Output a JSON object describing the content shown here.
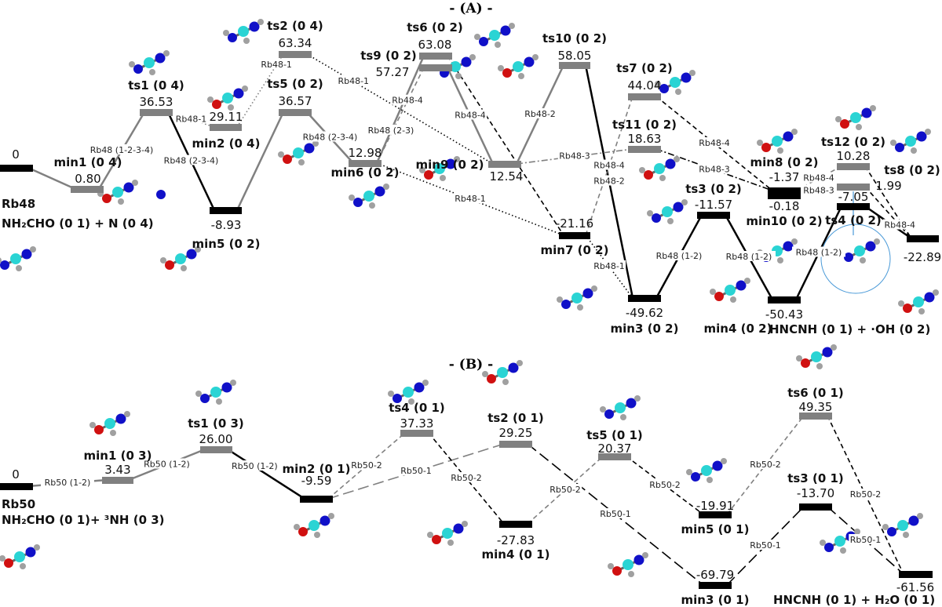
{
  "colors": {
    "ts": "#808080",
    "min": "#000000",
    "hydrogen": "#a0a0a0",
    "carbon": "#2ad4d4",
    "nitrogen": "#1010c8",
    "oxygen": "#d01010",
    "highlight": "#4a9ad8"
  },
  "panels": [
    {
      "title": "- (A) -",
      "reference": {
        "label": "Rb48",
        "reactants": "NH₂CHO (0 1) +  N (0 4)"
      },
      "products": "HNCNH (0 1) + ·OH (0 2)",
      "levels": [
        {
          "id": "r",
          "name": "",
          "energy": "0",
          "color": "black"
        },
        {
          "id": "min1",
          "name": "min1 (0 4)",
          "energy": "0.80",
          "color": "gray"
        },
        {
          "id": "ts1",
          "name": "ts1 (0 4)",
          "energy": "36.53",
          "color": "gray"
        },
        {
          "id": "min2",
          "name": "min2 (0 4)",
          "energy": "29.11",
          "color": "gray"
        },
        {
          "id": "min5",
          "name": "min5 (0 2)",
          "energy": "-8.93",
          "color": "black"
        },
        {
          "id": "ts2",
          "name": "ts2 (0 4)",
          "energy": "63.34",
          "color": "gray"
        },
        {
          "id": "ts5",
          "name": "ts5 (0 2)",
          "energy": "36.57",
          "color": "gray"
        },
        {
          "id": "min6",
          "name": "min6 (0 2)",
          "energy": "12.98",
          "color": "gray"
        },
        {
          "id": "ts6",
          "name": "ts6 (0 2)",
          "energy": "63.08",
          "color": "gray"
        },
        {
          "id": "ts9",
          "name": "ts9 (0 2)",
          "energy": "57.27",
          "color": "gray"
        },
        {
          "id": "min9",
          "name": "min9 (0 2)",
          "energy": "12.54",
          "color": "gray"
        },
        {
          "id": "ts10",
          "name": "ts10 (0 2)",
          "energy": "58.05",
          "color": "gray"
        },
        {
          "id": "min7",
          "name": "min7 (0 2)",
          "energy": "-21.16",
          "color": "black"
        },
        {
          "id": "ts7",
          "name": "ts7 (0 2)",
          "energy": "44.04",
          "color": "gray"
        },
        {
          "id": "ts11",
          "name": "ts11 (0 2)",
          "energy": "18.63",
          "color": "gray"
        },
        {
          "id": "min3",
          "name": "min3 (0 2)",
          "energy": "-49.62",
          "color": "black"
        },
        {
          "id": "ts3",
          "name": "ts3 (0 2)",
          "energy": "-11.57",
          "color": "black"
        },
        {
          "id": "min8",
          "name": "min8 (0 2)",
          "energy": "-1.37",
          "color": "black"
        },
        {
          "id": "min10",
          "name": "min10 (0 2)",
          "energy": "-0.18",
          "color": "black"
        },
        {
          "id": "min4",
          "name": "min4 (0 2)",
          "energy": "-50.43",
          "color": "black"
        },
        {
          "id": "ts12",
          "name": "ts12 (0 2)",
          "energy": "10.28",
          "color": "gray"
        },
        {
          "id": "ts8",
          "name": "ts8 (0 2)",
          "energy": "1.99",
          "color": "gray"
        },
        {
          "id": "ts4",
          "name": "ts4 (0 2)",
          "energy": "-7.05",
          "color": "black"
        },
        {
          "id": "p",
          "name": "",
          "energy": "-22.89",
          "color": "black"
        }
      ],
      "paths": [
        {
          "from": "r",
          "to": "min1",
          "label": "",
          "style": "solid",
          "color": "gray"
        },
        {
          "from": "min1",
          "to": "ts1",
          "label": "Rb48 (1-2-3-4)",
          "style": "solid",
          "color": "gray"
        },
        {
          "from": "ts1",
          "to": "min2",
          "label": "Rb48-1",
          "style": "dotted",
          "color": "gray"
        },
        {
          "from": "ts1",
          "to": "min5",
          "label": "Rb48 (2-3-4)",
          "style": "solid",
          "color": "black"
        },
        {
          "from": "min2",
          "to": "ts2",
          "label": "Rb48-1",
          "style": "dotted",
          "color": "gray"
        },
        {
          "from": "min5",
          "to": "ts5",
          "label": "",
          "style": "solid",
          "color": "gray"
        },
        {
          "from": "ts5",
          "to": "min6",
          "label": "Rb48 (2-3-4)",
          "style": "solid",
          "color": "gray"
        },
        {
          "from": "ts2",
          "to": "min9",
          "label": "Rb48-1",
          "style": "dotted",
          "color": "black"
        },
        {
          "from": "min6",
          "to": "ts9",
          "label": "Rb48-4",
          "style": "dashed",
          "color": "gray"
        },
        {
          "from": "min6",
          "to": "ts6",
          "label": "Rb48 (2-3)",
          "style": "solid",
          "color": "gray"
        },
        {
          "from": "ts9",
          "to": "min9",
          "label": "Rb48-4",
          "style": "solid",
          "color": "gray"
        },
        {
          "from": "ts6",
          "to": "min7",
          "label": "",
          "style": "dashed",
          "color": "black"
        },
        {
          "from": "min6",
          "to": "min7",
          "label": "Rb48-1",
          "style": "dotted",
          "color": "black"
        },
        {
          "from": "min9",
          "to": "ts10",
          "label": "Rb48-2",
          "style": "solid",
          "color": "gray"
        },
        {
          "from": "ts10",
          "to": "min3",
          "label": "Rb48-2",
          "style": "solid",
          "color": "black"
        },
        {
          "from": "min9",
          "to": "ts11",
          "label": "Rb48-3",
          "style": "dashdot",
          "color": "gray"
        },
        {
          "from": "min7",
          "to": "ts7",
          "label": "Rb48-4",
          "style": "dashed",
          "color": "gray"
        },
        {
          "from": "min7",
          "to": "min3",
          "label": "Rb48-1",
          "style": "dotted",
          "color": "black"
        },
        {
          "from": "min3",
          "to": "ts3",
          "label": "Rb48 (1-2)",
          "style": "solid",
          "color": "black"
        },
        {
          "from": "ts3",
          "to": "min4",
          "label": "Rb48 (1-2)",
          "style": "solid",
          "color": "black"
        },
        {
          "from": "min4",
          "to": "ts4",
          "label": "Rb48 (1-2)",
          "style": "solid",
          "color": "black"
        },
        {
          "from": "ts4",
          "to": "p",
          "label": "",
          "style": "solid",
          "color": "black"
        },
        {
          "from": "ts7",
          "to": "min8",
          "label": "Rb48-4",
          "style": "dashed",
          "color": "black"
        },
        {
          "from": "ts11",
          "to": "min8",
          "label": "Rb48-3",
          "style": "dashdot",
          "color": "black"
        },
        {
          "from": "min8",
          "to": "ts12",
          "label": "Rb48-4",
          "style": "dashed",
          "color": "gray"
        },
        {
          "from": "min10",
          "to": "ts8",
          "label": "Rb48-3",
          "style": "dotted",
          "color": "gray"
        },
        {
          "from": "ts12",
          "to": "p",
          "label": "",
          "style": "dashed",
          "color": "black"
        },
        {
          "from": "ts8",
          "to": "p",
          "label": "Rb48-4",
          "style": "dashed",
          "color": "black"
        }
      ]
    },
    {
      "title": "- (B) -",
      "reference": {
        "label": "Rb50",
        "reactants": "NH₂CHO (0 1)+ ³NH (0 3)"
      },
      "products": "HNCNH (0 1) + H₂O (0 1)",
      "levels": [
        {
          "id": "r",
          "name": "",
          "energy": "0",
          "color": "black"
        },
        {
          "id": "min1",
          "name": "min1 (0 3)",
          "energy": "3.43",
          "color": "gray"
        },
        {
          "id": "ts1",
          "name": "ts1 (0 3)",
          "energy": "26.00",
          "color": "gray"
        },
        {
          "id": "min2",
          "name": "min2 (0 1)",
          "energy": "-9.59",
          "color": "black"
        },
        {
          "id": "ts4",
          "name": "ts4 (0 1)",
          "energy": "37.33",
          "color": "gray"
        },
        {
          "id": "ts2",
          "name": "ts2 (0 1)",
          "energy": "29.25",
          "color": "gray"
        },
        {
          "id": "min4",
          "name": "min4 (0 1)",
          "energy": "-27.83",
          "color": "black"
        },
        {
          "id": "ts5",
          "name": "ts5 (0 1)",
          "energy": "20.37",
          "color": "gray"
        },
        {
          "id": "min5",
          "name": "min5 (0 1)",
          "energy": "-19.91",
          "color": "black"
        },
        {
          "id": "ts6",
          "name": "ts6 (0 1)",
          "energy": "49.35",
          "color": "gray"
        },
        {
          "id": "ts3",
          "name": "ts3 (0 1)",
          "energy": "-13.70",
          "color": "black"
        },
        {
          "id": "min3",
          "name": "min3 (0 1)",
          "energy": "-69.79",
          "color": "black"
        },
        {
          "id": "p",
          "name": "",
          "energy": "-61.56",
          "color": "black"
        }
      ],
      "paths": [
        {
          "from": "r",
          "to": "min1",
          "label": "Rb50 (1-2)",
          "style": "solid",
          "color": "gray"
        },
        {
          "from": "min1",
          "to": "ts1",
          "label": "Rb50 (1-2)",
          "style": "solid",
          "color": "gray"
        },
        {
          "from": "ts1",
          "to": "min2",
          "label": "Rb50 (1-2)",
          "style": "solid",
          "color": "black"
        },
        {
          "from": "min2",
          "to": "ts4",
          "label": "Rb50-2",
          "style": "dashed",
          "color": "gray"
        },
        {
          "from": "min2",
          "to": "ts2",
          "label": "Rb50-1",
          "style": "longdash",
          "color": "gray"
        },
        {
          "from": "ts4",
          "to": "min4",
          "label": "Rb50-2",
          "style": "dashed",
          "color": "black"
        },
        {
          "from": "ts2",
          "to": "min3",
          "label": "Rb50-1",
          "style": "longdash",
          "color": "black"
        },
        {
          "from": "min4",
          "to": "ts5",
          "label": "Rb50-2",
          "style": "dashed",
          "color": "gray"
        },
        {
          "from": "ts5",
          "to": "min5",
          "label": "Rb50-2",
          "style": "dashed",
          "color": "black"
        },
        {
          "from": "min5",
          "to": "ts6",
          "label": "Rb50-2",
          "style": "dashed",
          "color": "gray"
        },
        {
          "from": "ts6",
          "to": "p",
          "label": "Rb50-2",
          "style": "dashed",
          "color": "black"
        },
        {
          "from": "min3",
          "to": "ts3",
          "label": "Rb50-1",
          "style": "longdash",
          "color": "black"
        },
        {
          "from": "ts3",
          "to": "p",
          "label": "Rb50-1",
          "style": "longdash",
          "color": "black"
        }
      ]
    }
  ]
}
